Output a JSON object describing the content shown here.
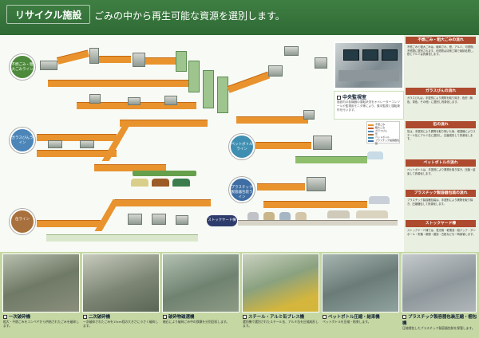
{
  "header": {
    "section_tab": "リサイクル施設",
    "title": "ごみの中から再生可能な資源を選別します。"
  },
  "lines": {
    "burnable": "不燃ごみ・粗大ごみライン",
    "glass": "ガラスびんライン",
    "can": "缶ライン",
    "pet": "ペットボトルライン",
    "plastic": "プラスチック製容器包装ライン",
    "stockyard": "ストックヤード棟"
  },
  "control_room": {
    "title": "中央監視室",
    "text": "施設内の各機器の運転状況をオペレーターコンソールや監視用モニタ等により、集中監視と運転操作を行います。"
  },
  "legend": [
    "不燃ごみ",
    "粗大ごみ",
    "ガラスびん",
    "缶",
    "ペットボトル",
    "プラスチック製容器包装"
  ],
  "side_panel": [
    {
      "title": "不燃ごみ・粗大ごみの流れ",
      "text": "不燃ごみと粗大ごみは、破砕され、鉄、アルミ、可燃物、不燃物に選別されます。可燃物は清掃工場で焼却処理し、鉄とアルミは資源化します。"
    },
    {
      "title": "ガラスびんの流れ",
      "text": "ガラスびんは、手選別により異物を取り除き、色別（無色、茶色、その他）に選別し資源化します。"
    },
    {
      "title": "缶の流れ",
      "text": "缶は、手選別により異物を取り除いた後、磁選機によりスチール缶とアルミ缶に選別し、圧縮成形して資源化します。"
    },
    {
      "title": "ペットボトルの流れ",
      "text": "ペットボトルは、手選別により異物を取り除き、圧縮・結束して資源化します。"
    },
    {
      "title": "プラスチック製容器包装の流れ",
      "text": "プラスチック製容器包装は、手選別により異物を取り除き、圧縮梱包して資源化します。"
    },
    {
      "title": "ストックヤード棟",
      "text": "ストックヤード棟では、蛍光管・乾電池・紙パック・ダンボール・布類・新聞・雑誌・古紙などを一時保管します。"
    }
  ],
  "bottom_captions": [
    {
      "title": "一次破砕機",
      "text": "粗大・不燃ごみをコンベヤから供給されたごみを破砕します。"
    },
    {
      "title": "二次破砕機",
      "text": "一次破砕されたごみを15cm程の大きさに小さく破砕します。"
    },
    {
      "title": "破砕物磁選機",
      "text": "磁石により破砕ごみ中の鉄類を分別回収します。"
    },
    {
      "title": "スチール・アルミ缶プレス機",
      "text": "選別機で選別されたスチール缶、アルミ缶を圧縮成形します。"
    },
    {
      "title": "ペットボトル圧縮・結束機",
      "text": "ペットボトルを圧縮・結束します。"
    },
    {
      "title": "プラスチック製容器包装圧縮・梱包機",
      "text": "圧縮梱包したプラスチック製容器包装を保管します。"
    }
  ],
  "colors": {
    "header": "#3f7f43",
    "flow": "#e9932e",
    "side_title": "#ae4a2e",
    "bottom_bg": "#c5d8a4"
  }
}
